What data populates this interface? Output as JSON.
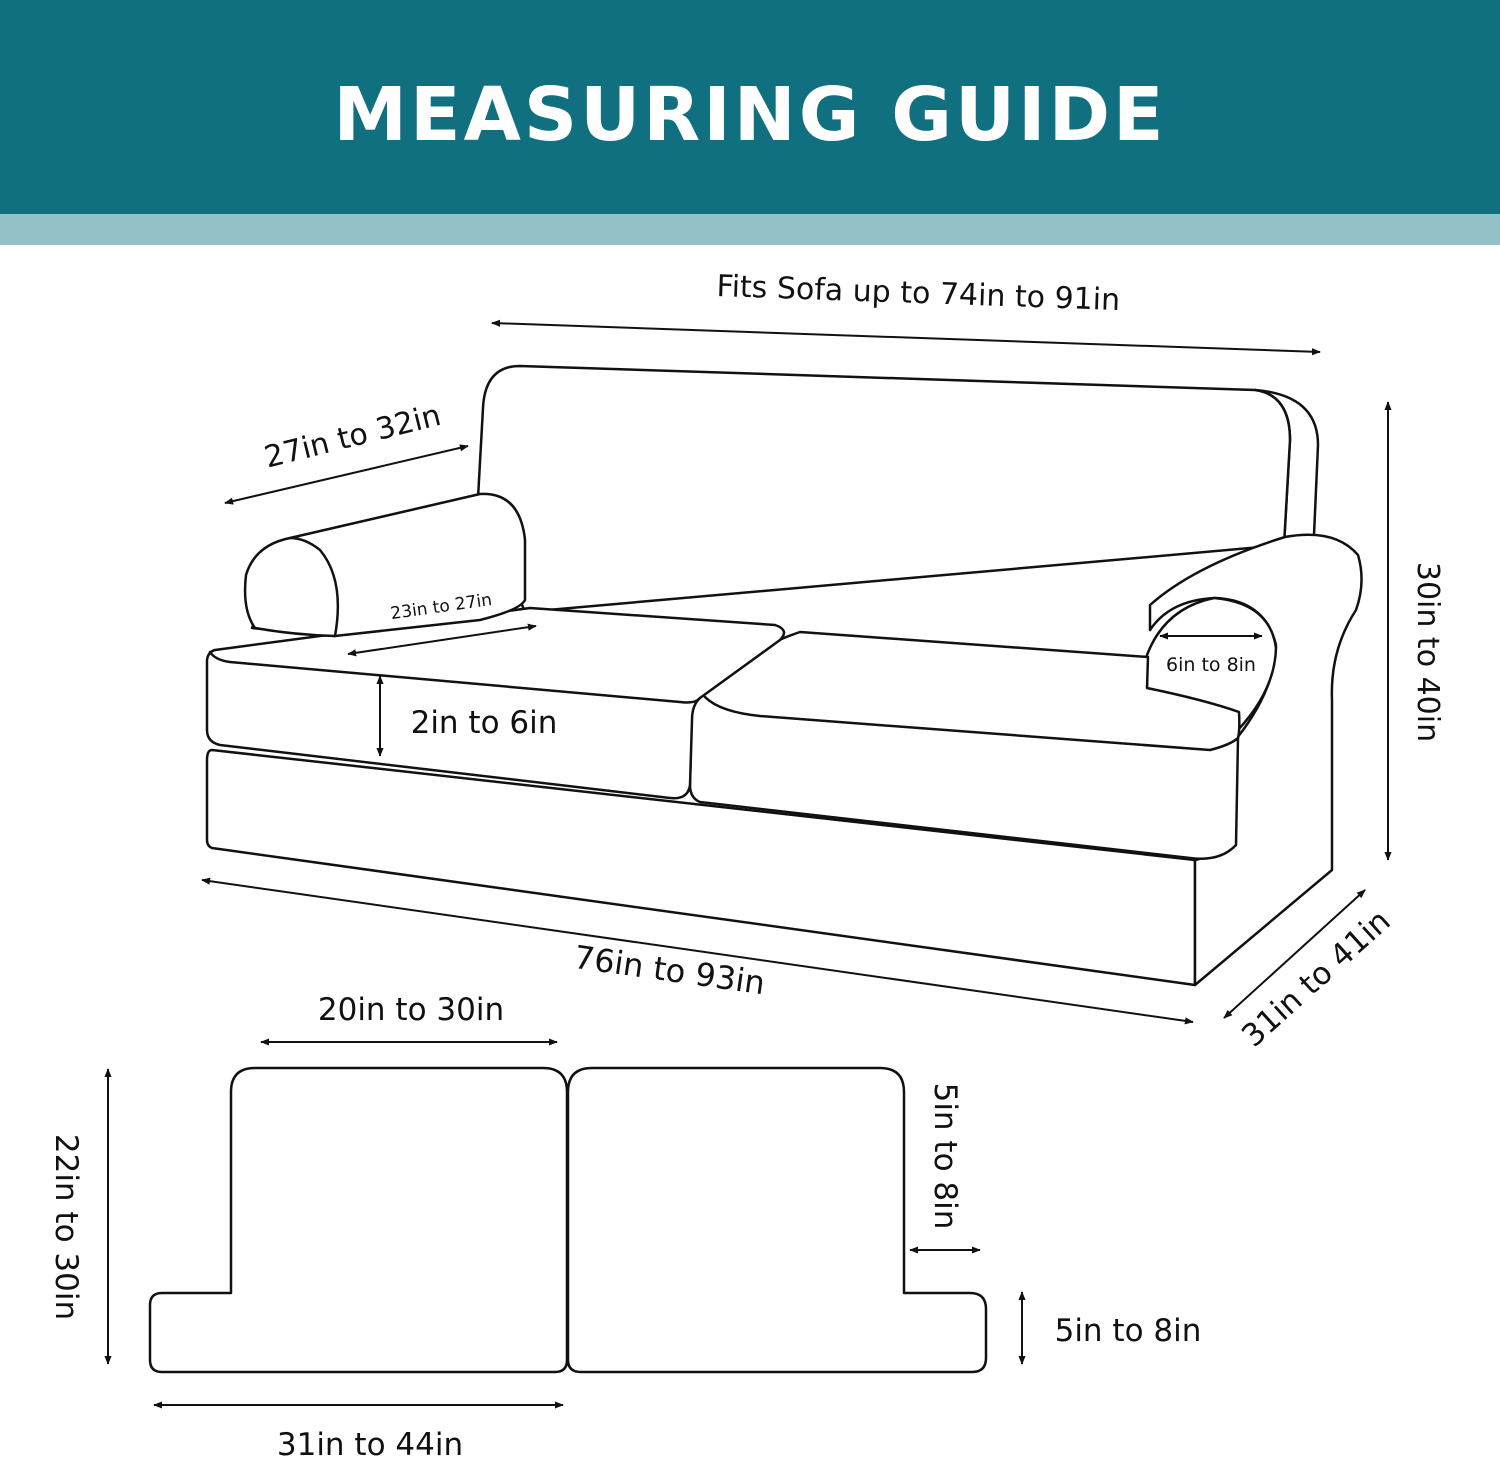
{
  "header": {
    "title": "MEASURING GUIDE",
    "background_color": "#117080",
    "stripe_color": "#92c1c8"
  },
  "sofa_measurements": {
    "back_width": "Fits Sofa up to 74in to 91in",
    "arm_length": "27in to 32in",
    "arm_depth": "23in to 27in",
    "arm_front_width": "6in to 8in",
    "cushion_thickness": "2in to 6in",
    "height": "30in to 40in",
    "front_width": "76in to 93in",
    "depth": "31in to 41in"
  },
  "cushion_measurements": {
    "cushion_width": "20in to 30in",
    "cushion_depth": "22in to 30in",
    "t_ear_length": "5in to 8in",
    "t_ear_width": "5in to 8in",
    "total_width": "31in to 44in"
  }
}
